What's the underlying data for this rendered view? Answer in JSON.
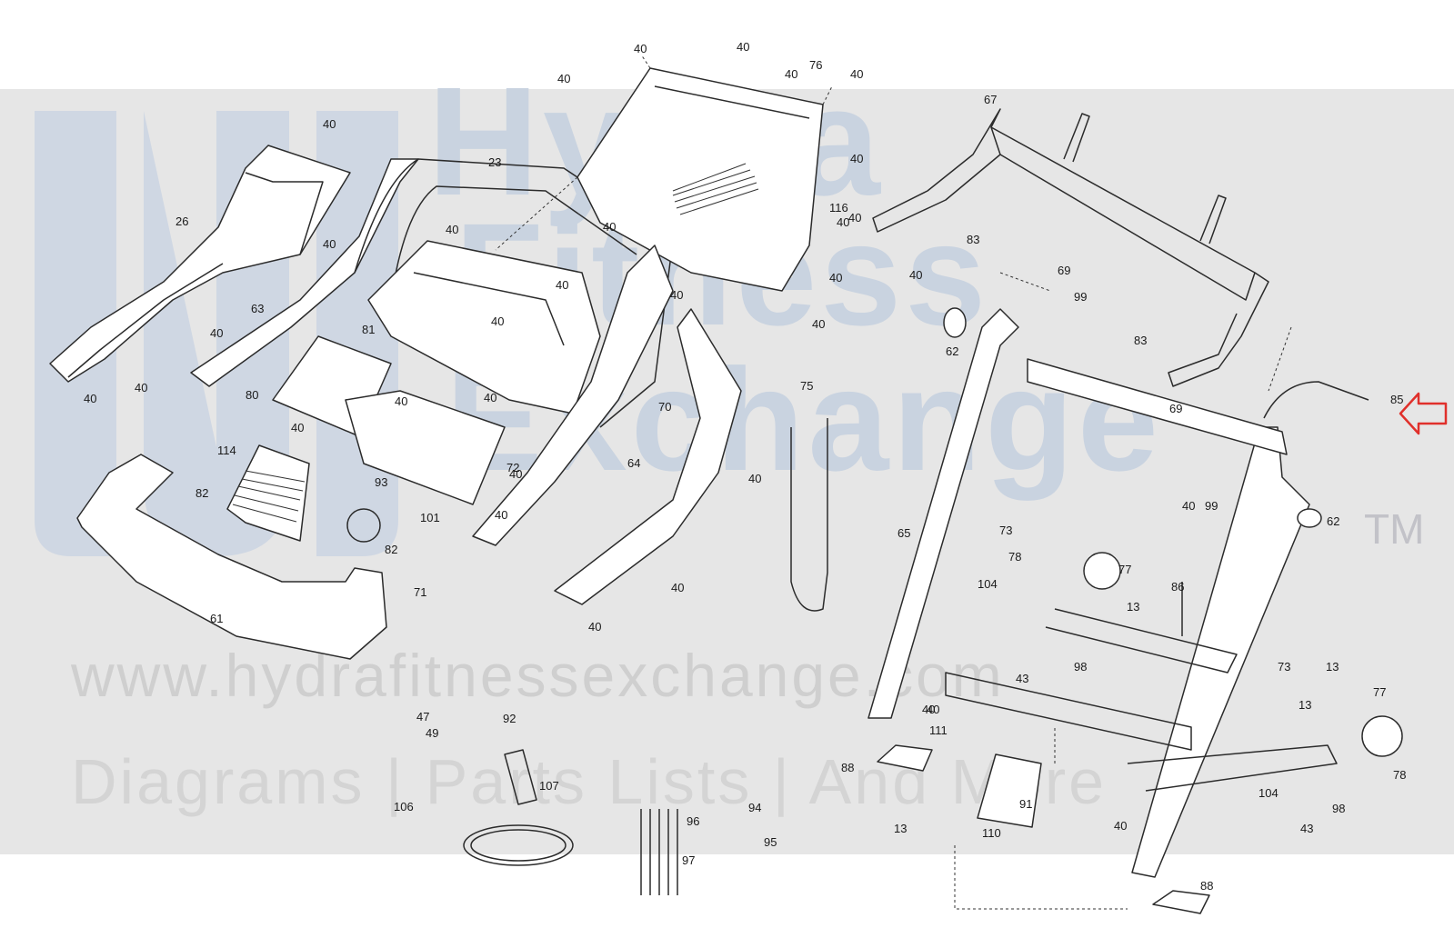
{
  "watermark": {
    "brand_line1": "Hydra",
    "brand_line2": "Fitness",
    "brand_line3": "Exchange",
    "trademark": "TM",
    "url": "www.hydrafitnessexchange.com",
    "tagline": "Diagrams | Parts Lists | And More"
  },
  "colors": {
    "band": "#e6e6e6",
    "watermark_blue": "#c9d3e0",
    "line": "#2b2b2b",
    "highlight_arrow": "#e0302b"
  },
  "highlight": {
    "icon": "arrow-left-icon",
    "points_to": "85"
  },
  "callouts": [
    "40",
    "40",
    "40",
    "76",
    "40",
    "40",
    "40",
    "40",
    "40",
    "40",
    "40",
    "40",
    "40",
    "40",
    "40",
    "40",
    "67",
    "23",
    "26",
    "116",
    "83",
    "40",
    "40",
    "40",
    "69",
    "99",
    "63",
    "40",
    "40",
    "40",
    "81",
    "40",
    "62",
    "40",
    "83",
    "80",
    "40",
    "40",
    "40",
    "75",
    "85",
    "69",
    "114",
    "40",
    "70",
    "72",
    "40",
    "64",
    "99",
    "82",
    "93",
    "40",
    "62",
    "101",
    "82",
    "65",
    "73",
    "78",
    "77",
    "71",
    "104",
    "13",
    "86",
    "40",
    "40",
    "61",
    "98",
    "43",
    "73",
    "13",
    "77",
    "13",
    "47",
    "40",
    "49",
    "111",
    "92",
    "88",
    "78",
    "91",
    "104",
    "107",
    "106",
    "98",
    "96",
    "94",
    "40",
    "97",
    "95",
    "13",
    "110",
    "43",
    "88"
  ]
}
